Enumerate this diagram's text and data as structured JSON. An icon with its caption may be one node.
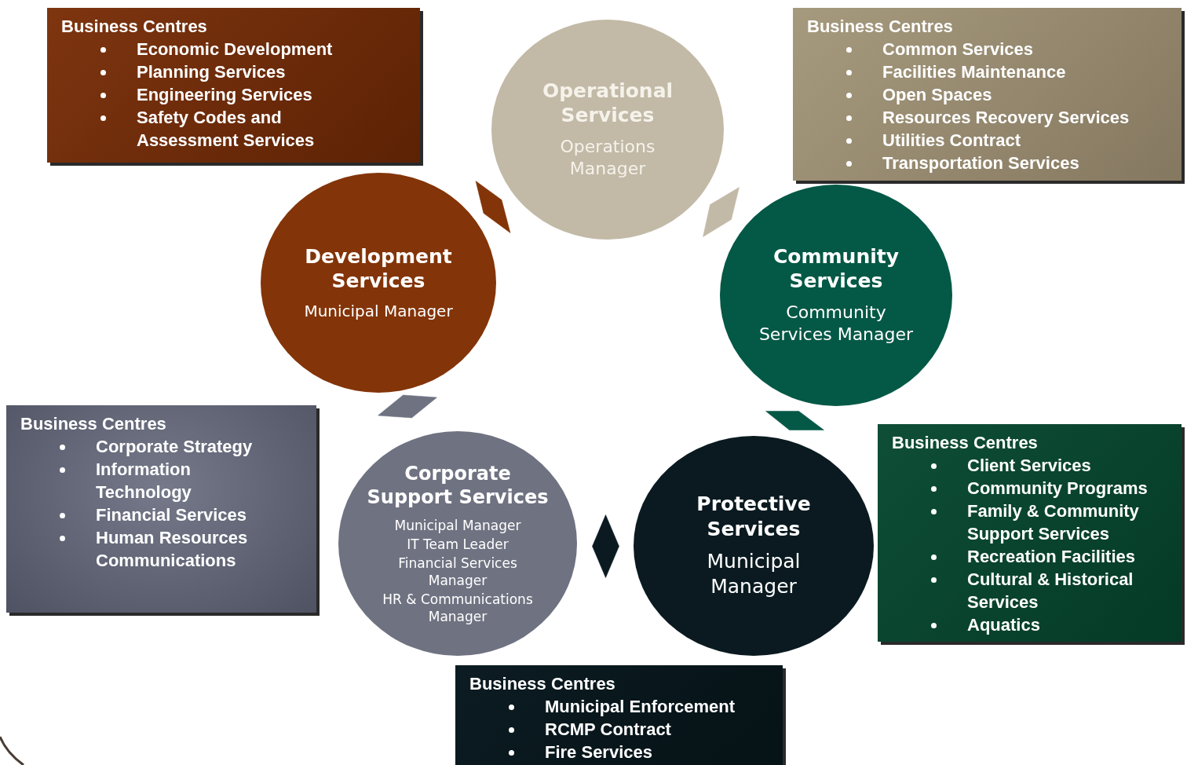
{
  "diagram": {
    "nodes": [
      {
        "text": [
          "Business Centres",
          "Economic Development",
          "Planning Services",
          "Engineering Services",
          "Safety Codes and Assessment Services"
        ]
      },
      {
        "text": [
          "Operational Services",
          "Operations Manager"
        ]
      },
      {
        "text": [
          "Business Centres",
          "Common Services",
          "Facilities Maintenance",
          "Open Spaces",
          "Resources Recovery Services",
          "Utilities Contract",
          "Transportation Services"
        ]
      },
      {
        "text": [
          "Development Services",
          "Municipal Manager"
        ]
      },
      {
        "text": [
          "Community Services",
          "Community Services Manager"
        ]
      },
      {
        "text": [
          "Business Centres",
          "Corporate Strategy",
          "Information Technology",
          "Financial Services",
          "Human Resources Communications"
        ]
      },
      {
        "text": [
          "Corporate Support Services",
          "Municipal Manager",
          "IT Team Leader",
          "Financial Services Manager",
          "HR & Communications Manager"
        ]
      },
      {
        "text": [
          "Protective Services",
          "Municipal Manager"
        ]
      },
      {
        "text": [
          "Business Centres",
          "Client Services",
          "Community Programs",
          "Family & Community Support Services",
          "Recreation Facilities",
          "Cultural & Historical Services",
          "Aquatics"
        ]
      },
      {
        "text": [
          "Business Centres",
          "Municipal Enforcement",
          "RCMP Contract",
          "Fire Services"
        ]
      }
    ],
    "edges": [
      {
        "from": 3,
        "to": 1,
        "arrow": "none"
      },
      {
        "from": 1,
        "to": 4,
        "arrow": "none"
      },
      {
        "from": 4,
        "to": 7,
        "arrow": "none"
      },
      {
        "from": 7,
        "to": 6,
        "arrow": "none"
      },
      {
        "from": 6,
        "to": 3,
        "arrow": "none"
      }
    ]
  }
}
